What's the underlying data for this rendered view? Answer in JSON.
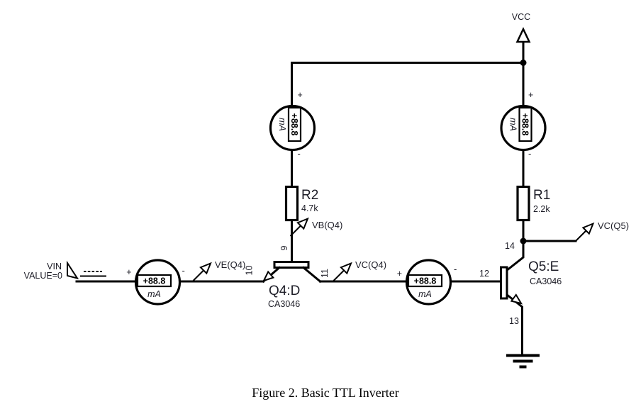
{
  "figure": {
    "caption": "Figure 2. Basic TTL Inverter"
  },
  "power": {
    "vcc": "VCC"
  },
  "source": {
    "name": "VIN",
    "value": "VALUE=0"
  },
  "meters": [
    {
      "id": "r2-branch-ammeter",
      "reading": "+88.8",
      "unit": "mA",
      "plus": "+",
      "minus": "-"
    },
    {
      "id": "r1-branch-ammeter",
      "reading": "+88.8",
      "unit": "mA",
      "plus": "+",
      "minus": "-"
    },
    {
      "id": "input-ammeter",
      "reading": "+88.8",
      "unit": "mA",
      "plus": "+",
      "minus": "-"
    },
    {
      "id": "q5-base-ammeter",
      "reading": "+88.8",
      "unit": "mA",
      "plus": "+",
      "minus": "-"
    }
  ],
  "resistors": [
    {
      "name": "R2",
      "value": "4.7k"
    },
    {
      "name": "R1",
      "value": "2.2k"
    }
  ],
  "transistors": [
    {
      "name": "Q4:D",
      "part": "CA3046"
    },
    {
      "name": "Q5:E",
      "part": "CA3046"
    }
  ],
  "probes": [
    {
      "label": "VB(Q4)"
    },
    {
      "label": "VE(Q4)"
    },
    {
      "label": "VC(Q4)"
    },
    {
      "label": "VC(Q5)"
    }
  ],
  "nodes": [
    "9",
    "10",
    "11",
    "12",
    "13",
    "14"
  ],
  "colors": {
    "stroke": "#000000",
    "text": "#1d1d27"
  }
}
